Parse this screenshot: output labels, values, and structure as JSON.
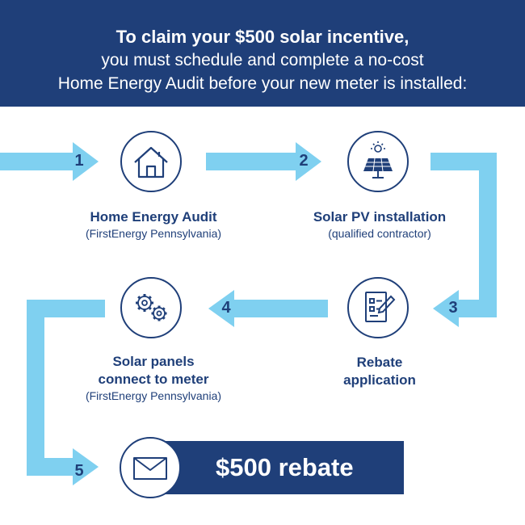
{
  "header": {
    "line1": "To claim your $500 solar incentive,",
    "line2": "you must schedule and complete a no-cost",
    "line3": "Home Energy Audit before your new meter is installed:"
  },
  "steps": [
    {
      "number": "1",
      "title": "Home Energy Audit",
      "subtitle": "(FirstEnergy Pennsylvania)",
      "icon": "house-icon"
    },
    {
      "number": "2",
      "title": "Solar PV installation",
      "subtitle": "(qualified contractor)",
      "icon": "solar-panel-icon"
    },
    {
      "number": "3",
      "title_line1": "Rebate",
      "title_line2": "application",
      "icon": "clipboard-pen-icon"
    },
    {
      "number": "4",
      "title_line1": "Solar panels",
      "title_line2": "connect to meter",
      "subtitle": "(FirstEnergy Pennsylvania)",
      "icon": "gears-icon"
    },
    {
      "number": "5",
      "title": "$500 rebate",
      "icon": "envelope-icon"
    }
  ],
  "colors": {
    "navy": "#1f3f79",
    "arrow": "#7fd0f0",
    "background": "#ffffff"
  }
}
